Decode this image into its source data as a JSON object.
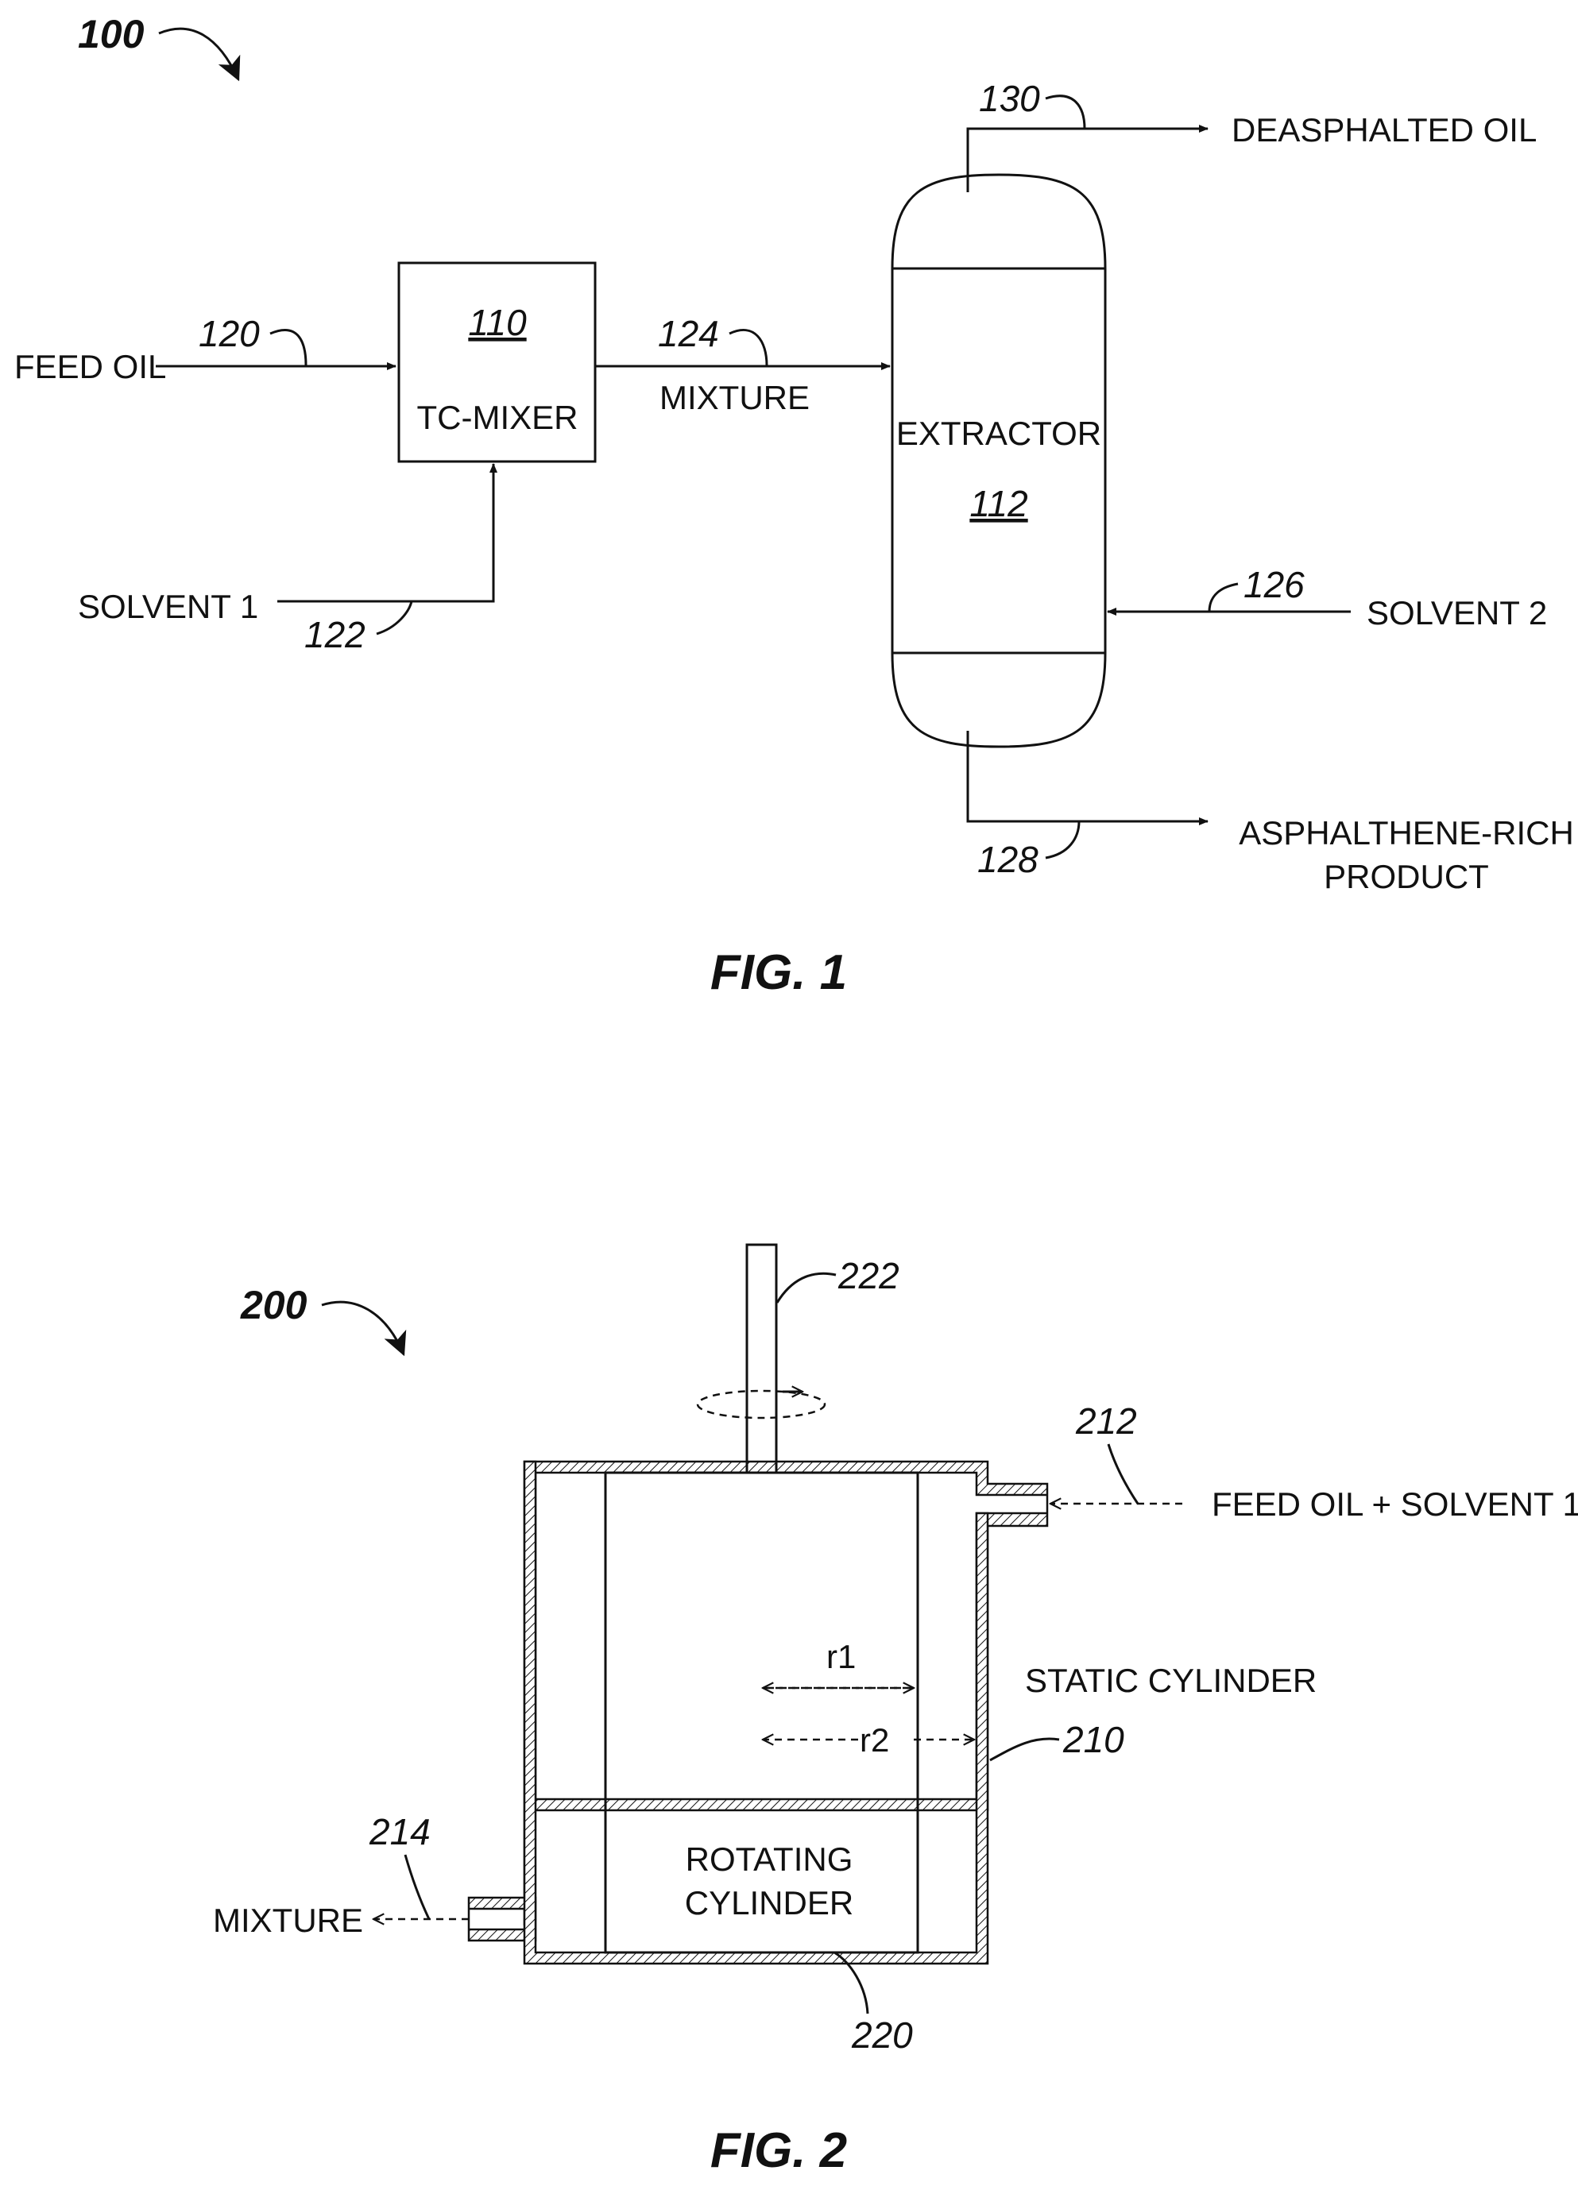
{
  "fig1": {
    "system_ref": "100",
    "caption": "FIG. 1",
    "tc_mixer": {
      "ref": "110",
      "label": "TC-MIXER"
    },
    "extractor": {
      "ref": "112",
      "label": "EXTRACTOR"
    },
    "feed_oil": {
      "label": "FEED OIL",
      "ref": "120"
    },
    "solvent1": {
      "label": "SOLVENT 1",
      "ref": "122"
    },
    "mixture": {
      "label": "MIXTURE",
      "ref": "124"
    },
    "solvent2": {
      "label": "SOLVENT 2",
      "ref": "126"
    },
    "asphaltene": {
      "label_line1": "ASPHALTHENE-RICH",
      "label_line2": "PRODUCT",
      "ref": "128"
    },
    "deasphalted": {
      "label": "DEASPHALTED OIL",
      "ref": "130"
    }
  },
  "fig2": {
    "system_ref": "200",
    "caption": "FIG. 2",
    "static_cylinder": {
      "label": "STATIC CYLINDER",
      "ref": "210"
    },
    "inlet": {
      "label": "FEED OIL + SOLVENT 1",
      "ref": "212"
    },
    "outlet": {
      "label": "MIXTURE",
      "ref": "214"
    },
    "rotating_cylinder": {
      "label_line1": "ROTATING",
      "label_line2": "CYLINDER",
      "ref": "220"
    },
    "shaft": {
      "ref": "222"
    },
    "r1": "r1",
    "r2": "r2"
  }
}
